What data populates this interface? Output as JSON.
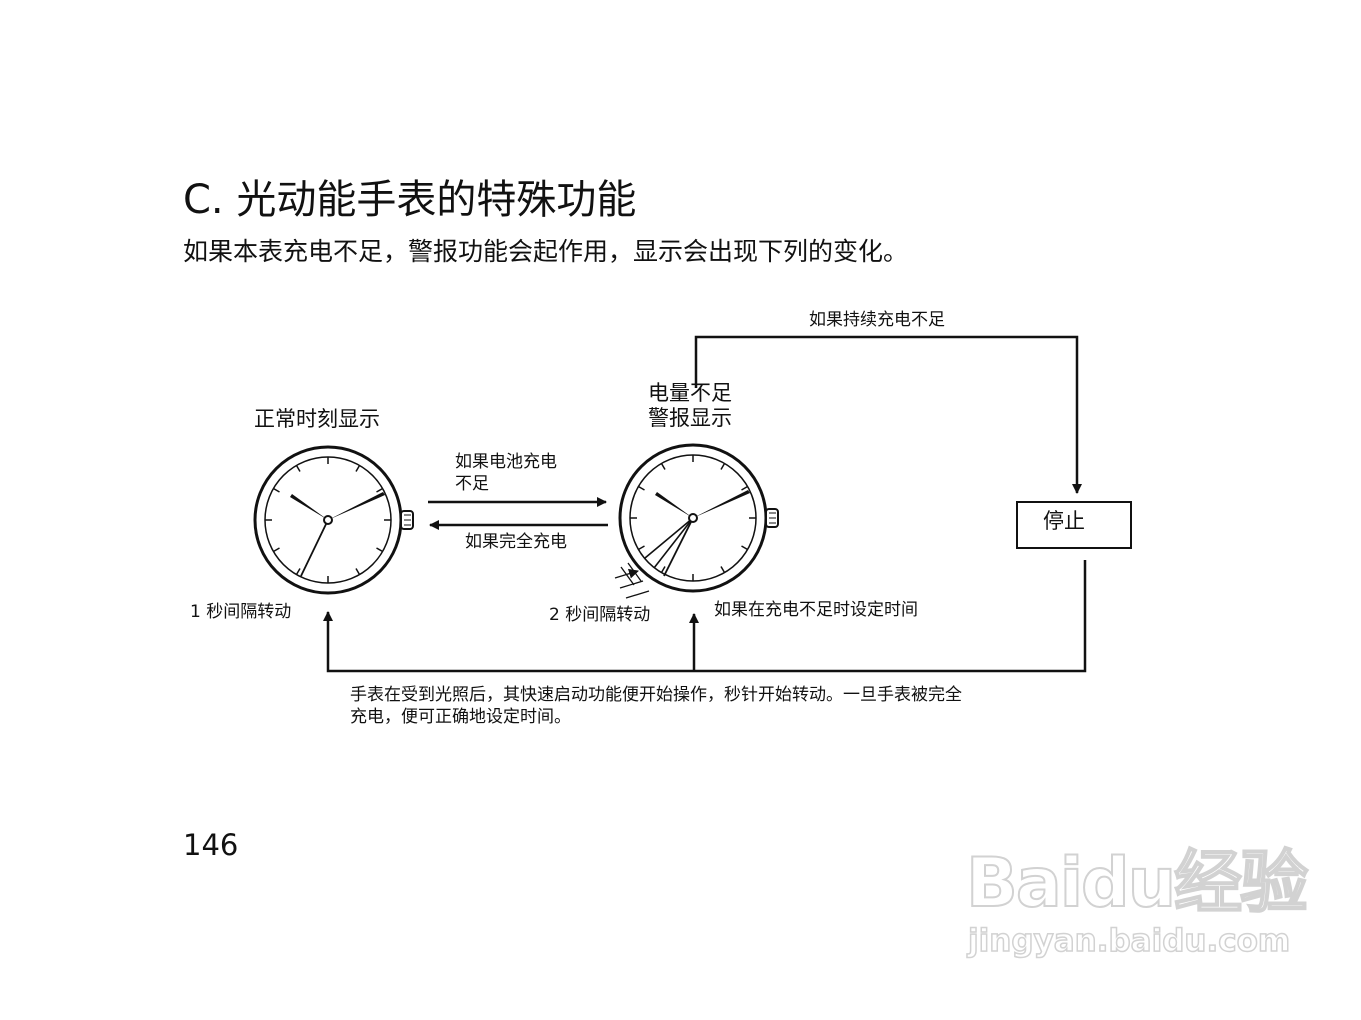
{
  "heading": {
    "title": "C. 光动能手表的特殊功能",
    "subtitle": "如果本表充电不足，警报功能会起作用，显示会出现下列的变化。"
  },
  "diagram": {
    "normal_display_label": "正常时刻显示",
    "alarm_display_label_line1": "电量不足",
    "alarm_display_label_line2": "警报显示",
    "insufficient_charge_line1": "如果电池充电",
    "insufficient_charge_line2": "不足",
    "fully_charged": "如果完全充电",
    "continued_insufficient": "如果持续充电不足",
    "stop_label": "停止",
    "one_second_interval": "1 秒间隔转动",
    "two_second_interval": "2 秒间隔转动",
    "set_time_when_low": "如果在充电不足时设定时间",
    "quick_start_line1": "手表在受到光照后，其快速启动功能便开始操作，秒针开始转动。一旦手表被完全",
    "quick_start_line2": "充电，便可正确地设定时间。"
  },
  "footer": {
    "page_number": "146"
  },
  "watermark": {
    "logo_text": "Baidu经验",
    "url_text": "jingyan.baidu.com"
  },
  "colors": {
    "ink": "#111111",
    "watermark": "#d2d2d2"
  }
}
